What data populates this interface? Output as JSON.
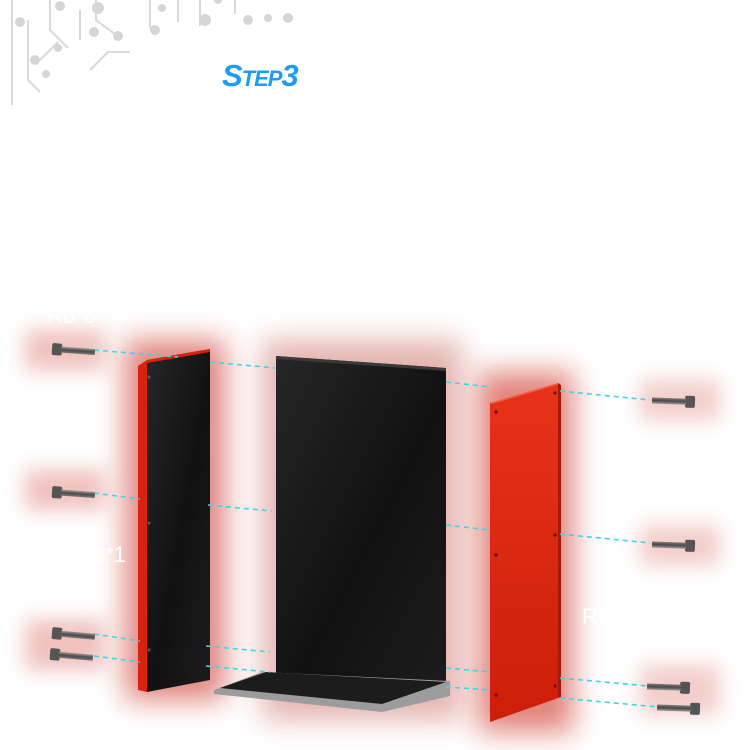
{
  "step_title": "Step3",
  "labels": {
    "rb": "Rb*8",
    "rg": "Rg*1",
    "rf": "Rf*1"
  },
  "colors": {
    "title_blue": "#1e9cf0",
    "red_panel": "#e02a10",
    "black_panel": "#141414",
    "guide_cyan": "#3fd4e6",
    "screw_gray": "#6a6a6a"
  },
  "parts": {
    "left_panel": "Rg",
    "center_panel": "shelf body",
    "right_panel": "Rf",
    "screws": "Rb"
  },
  "icons": [
    "circuit-decoration",
    "screw-icon"
  ]
}
